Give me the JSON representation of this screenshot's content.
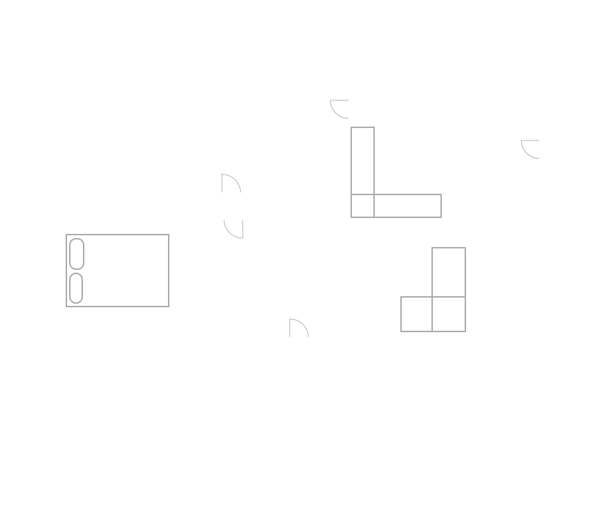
{
  "canvas": {
    "background": "#ffffff"
  },
  "colors": {
    "fixture_stroke": "#aaaaaa",
    "door_stroke": "#b0b0b0"
  },
  "fixtures": [
    {
      "type": "bed-with-pillows",
      "icon": "bed-icon"
    },
    {
      "type": "l-shaped-desk",
      "icon": "desk-icon"
    },
    {
      "type": "l-shaped-cabinet",
      "icon": "cabinet-icon"
    }
  ],
  "doors": [
    {
      "icon": "door-swing-icon"
    },
    {
      "icon": "door-swing-icon"
    },
    {
      "icon": "door-swing-icon"
    },
    {
      "icon": "door-swing-icon"
    },
    {
      "icon": "door-swing-icon"
    }
  ]
}
